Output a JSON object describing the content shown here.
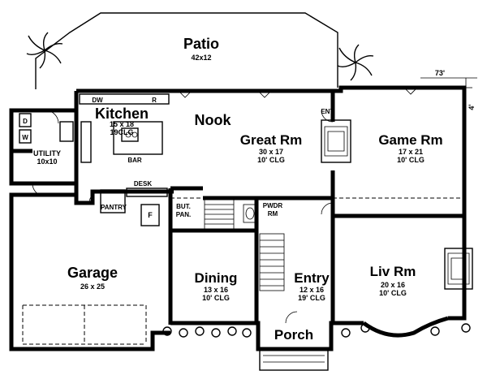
{
  "rooms": {
    "patio": {
      "name": "Patio",
      "size": "42x12"
    },
    "kitchen": {
      "name": "Kitchen",
      "size": "15 x 18",
      "ceiling": "19CLG"
    },
    "nook": {
      "name": "Nook"
    },
    "great_rm": {
      "name": "Great Rm",
      "size": "30 x 17",
      "ceiling": "10' CLG"
    },
    "game_rm": {
      "name": "Game Rm",
      "size": "17 x 21",
      "ceiling": "10' CLG"
    },
    "utility": {
      "name": "UTILITY",
      "size": "10x10"
    },
    "garage": {
      "name": "Garage",
      "size": "26 x 25"
    },
    "dining": {
      "name": "Dining",
      "size": "13 x 16",
      "ceiling": "10' CLG"
    },
    "entry": {
      "name": "Entry",
      "size": "12 x 16",
      "ceiling": "19' CLG"
    },
    "liv_rm": {
      "name": "Liv Rm",
      "size": "20 x 16",
      "ceiling": "10' CLG"
    },
    "porch": {
      "name": "Porch"
    }
  },
  "small_labels": {
    "bar": "BAR",
    "desk": "DESK",
    "pantry": "PANTRY",
    "fridge": "F",
    "ent": "ENT.",
    "pwdr_1": "PWDR",
    "pwdr_2": "RM",
    "but_1": "BUT.",
    "but_2": "PAN.",
    "dw": "DW",
    "r": "R",
    "washer_d": "D",
    "washer_w": "W"
  },
  "dimensions": {
    "right_offset": "73'",
    "side_offset": "4'"
  }
}
